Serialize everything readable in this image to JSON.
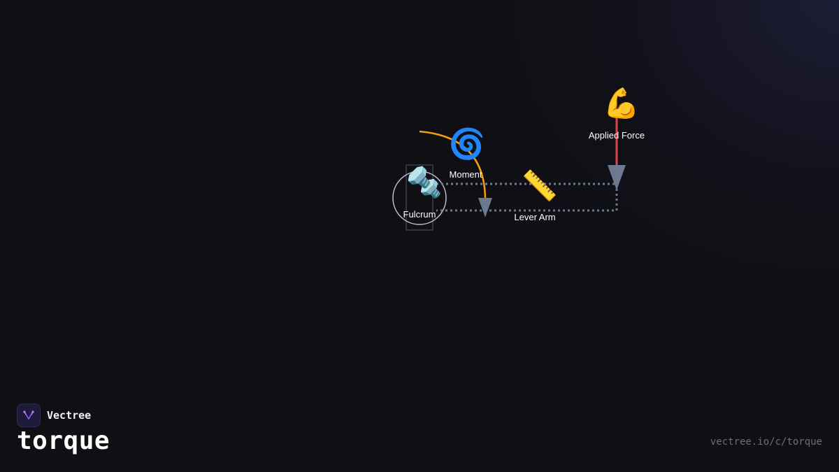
{
  "brand": {
    "name": "Vectree",
    "logo_color": "#8b5cf6"
  },
  "topic": {
    "title": "torque",
    "url": "vectree.io/c/torque"
  },
  "diagram": {
    "nodes": [
      {
        "id": "fulcrum",
        "label": "Fulcrum",
        "icon": "🔩",
        "icon_name": "nut-and-bolt-icon"
      },
      {
        "id": "moment",
        "label": "Moment",
        "icon": "🌀",
        "icon_name": "cyclone-icon"
      },
      {
        "id": "lever_arm",
        "label": "Lever Arm",
        "icon": "📏",
        "icon_name": "ruler-icon"
      },
      {
        "id": "applied_force",
        "label": "Applied Force",
        "icon": "💪",
        "icon_name": "flexed-biceps-icon"
      }
    ],
    "edges": [
      {
        "from": "applied_force",
        "to": "lever_arm",
        "style": "solid",
        "color": "#e0434b"
      },
      {
        "from": "lever_arm",
        "to": "fulcrum",
        "style": "dotted",
        "color": "#6b7a90"
      },
      {
        "from": "moment",
        "to": "fulcrum",
        "style": "curved",
        "color": "#f59e0b"
      }
    ],
    "colors": {
      "background": "#0f0f14",
      "connector": "#6b7a90",
      "arrowhead": "#6b7a90",
      "force_line": "#e0434b",
      "moment_arc": "#f59e0b",
      "pivot_outline": "#c0c4cc"
    }
  }
}
